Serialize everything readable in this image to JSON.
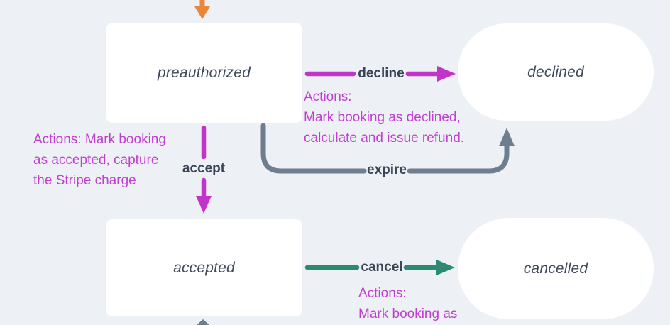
{
  "diagram": {
    "nodes": {
      "preauthorized": {
        "label": "preauthorized"
      },
      "declined": {
        "label": "declined"
      },
      "accepted": {
        "label": "accepted"
      },
      "cancelled": {
        "label": "cancelled"
      }
    },
    "transitions": {
      "decline": {
        "label": "decline"
      },
      "accept": {
        "label": "accept"
      },
      "expire": {
        "label": "expire"
      },
      "cancel": {
        "label": "cancel"
      }
    },
    "annotations": {
      "accept_actions": {
        "text": "Actions: Mark booking\nas accepted, capture\nthe Stripe charge"
      },
      "decline_actions": {
        "text": "Actions:\nMark booking as declined,\ncalculate and issue refund."
      },
      "cancel_actions": {
        "text": "Actions:\nMark booking as"
      }
    },
    "colors": {
      "background": "#edf0f4",
      "node_fill": "#ffffff",
      "node_text": "#3d4a5c",
      "transition_label_text": "#3b4556",
      "annotation_text": "#bf3fd3",
      "magenta_arrow": "#c233c9",
      "teal_arrow": "#2c8a72",
      "gray_arrow": "#6e7e8e",
      "orange_arrow": "#e8863c"
    }
  }
}
